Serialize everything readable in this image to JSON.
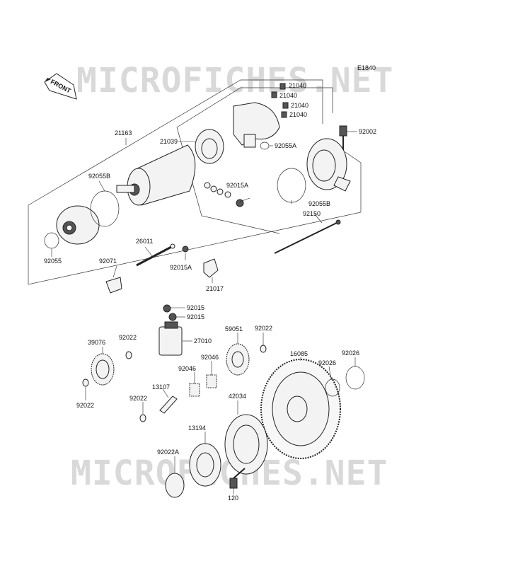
{
  "diagram_code": "E1840",
  "front_label": "FRONT",
  "watermark_top": "MICROFICHES.NET",
  "watermark_bottom": "MICROFICHES.NET",
  "part_labels": {
    "p21040a": "21040",
    "p21040b": "21040",
    "p21040c": "21040",
    "p21040d": "21040",
    "p92002": "92002",
    "p21163": "21163",
    "p21039": "21039",
    "p92055A": "92055A",
    "p92055B_left": "92055B",
    "p92015A_top": "92015A",
    "p92055B_right": "92055B",
    "p92150": "92150",
    "p92055": "92055",
    "p26011": "26011",
    "p92071": "92071",
    "p92015A_bot": "92015A",
    "p21017": "21017",
    "p92015_a": "92015",
    "p92015_b": "92015",
    "p39076": "39076",
    "p92022_a": "92022",
    "p27010": "27010",
    "p59051": "59051",
    "p92022_b": "92022",
    "p92046_a": "92046",
    "p92046_b": "92046",
    "p16085": "16085",
    "p92026_a": "92026",
    "p92026_b": "92026",
    "p92022_c": "92022",
    "p13107": "13107",
    "p92022_d": "92022",
    "p42034": "42034",
    "p13194": "13194",
    "p92022A": "92022A",
    "p120": "120"
  }
}
